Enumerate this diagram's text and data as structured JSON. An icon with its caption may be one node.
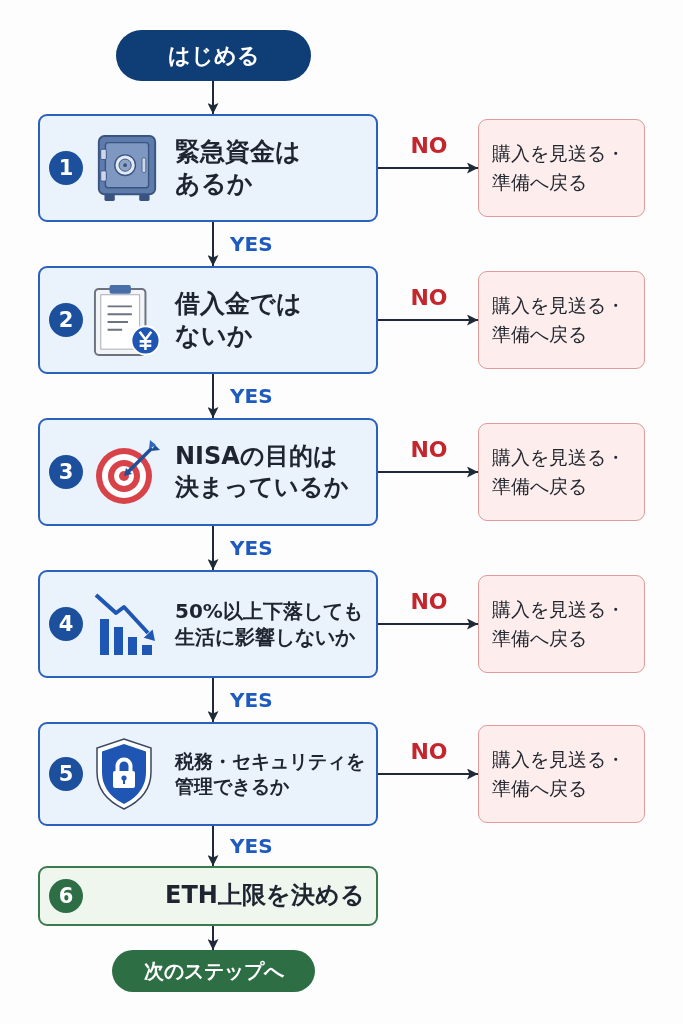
{
  "diagram": {
    "nodes": [
      {
        "text": [
          "はじめる"
        ]
      },
      {
        "text": [
          "緊急資金はあるか"
        ]
      },
      {
        "text": [
          "1"
        ],
        "in": 1
      },
      {
        "text": [
          "購入を見送る・準備へ戻る"
        ]
      },
      {
        "text": [
          "借入金ではないか"
        ]
      },
      {
        "text": [
          "2"
        ],
        "in": 4
      },
      {
        "text": [
          "購入を見送る・準備へ戻る"
        ]
      },
      {
        "text": [
          "NISAの目的は決まっているか"
        ]
      },
      {
        "text": [
          "3"
        ],
        "in": 7
      },
      {
        "text": [
          "購入を見送る・準備へ戻る"
        ]
      },
      {
        "text": [
          "50%以上下落しても生活に影響しないか"
        ]
      },
      {
        "text": [
          "4"
        ],
        "in": 10
      },
      {
        "text": [
          "購入を見送る・準備へ戻る"
        ]
      },
      {
        "text": [
          "税務・セキュリティを管理できるか"
        ]
      },
      {
        "text": [
          "5"
        ],
        "in": 13
      },
      {
        "text": [
          "購入を見送る・準備へ戻る"
        ]
      },
      {
        "text": [
          "ETH上限を決める"
        ]
      },
      {
        "text": [
          "6"
        ],
        "in": 16
      },
      {
        "text": [
          "次のステップへ"
        ]
      }
    ],
    "edges": [
      {
        "from": 0,
        "to": 1,
        "arrow": "to"
      },
      {
        "from": 1,
        "to": 3,
        "arrow": "to",
        "label": "NO"
      },
      {
        "from": 1,
        "to": 4,
        "arrow": "to",
        "label": "YES"
      },
      {
        "from": 4,
        "to": 6,
        "arrow": "to",
        "label": "NO"
      },
      {
        "from": 4,
        "to": 7,
        "arrow": "to",
        "label": "YES"
      },
      {
        "from": 7,
        "to": 9,
        "arrow": "to",
        "label": "NO"
      },
      {
        "from": 7,
        "to": 10,
        "arrow": "to",
        "label": "YES"
      },
      {
        "from": 10,
        "to": 12,
        "arrow": "to",
        "label": "NO"
      },
      {
        "from": 10,
        "to": 13,
        "arrow": "to",
        "label": "YES"
      },
      {
        "from": 13,
        "to": 15,
        "arrow": "to",
        "label": "NO"
      },
      {
        "from": 13,
        "to": 16,
        "arrow": "to",
        "label": "YES"
      },
      {
        "from": 16,
        "to": 18,
        "arrow": "to"
      }
    ]
  }
}
